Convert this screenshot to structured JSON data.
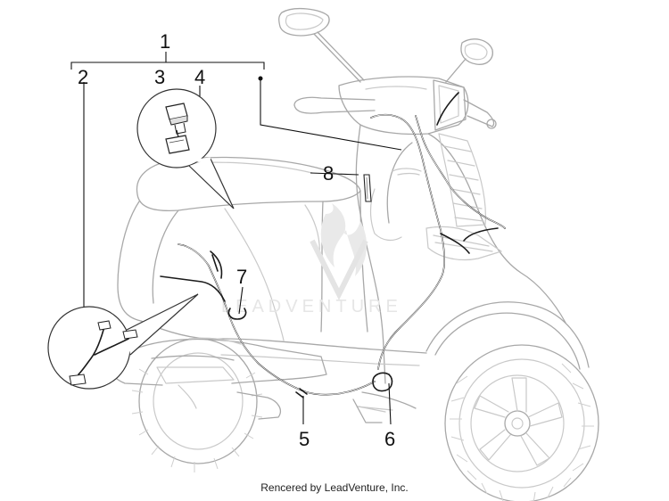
{
  "diagram": {
    "callouts": [
      {
        "id": "1",
        "label": "1"
      },
      {
        "id": "2",
        "label": "2"
      },
      {
        "id": "3",
        "label": "3"
      },
      {
        "id": "4",
        "label": "4"
      },
      {
        "id": "5",
        "label": "5"
      },
      {
        "id": "6",
        "label": "6"
      },
      {
        "id": "7",
        "label": "7"
      },
      {
        "id": "8",
        "label": "8"
      }
    ],
    "watermark": "LEADVENTURE",
    "credit": "Rencered by LeadVenture, Inc."
  }
}
